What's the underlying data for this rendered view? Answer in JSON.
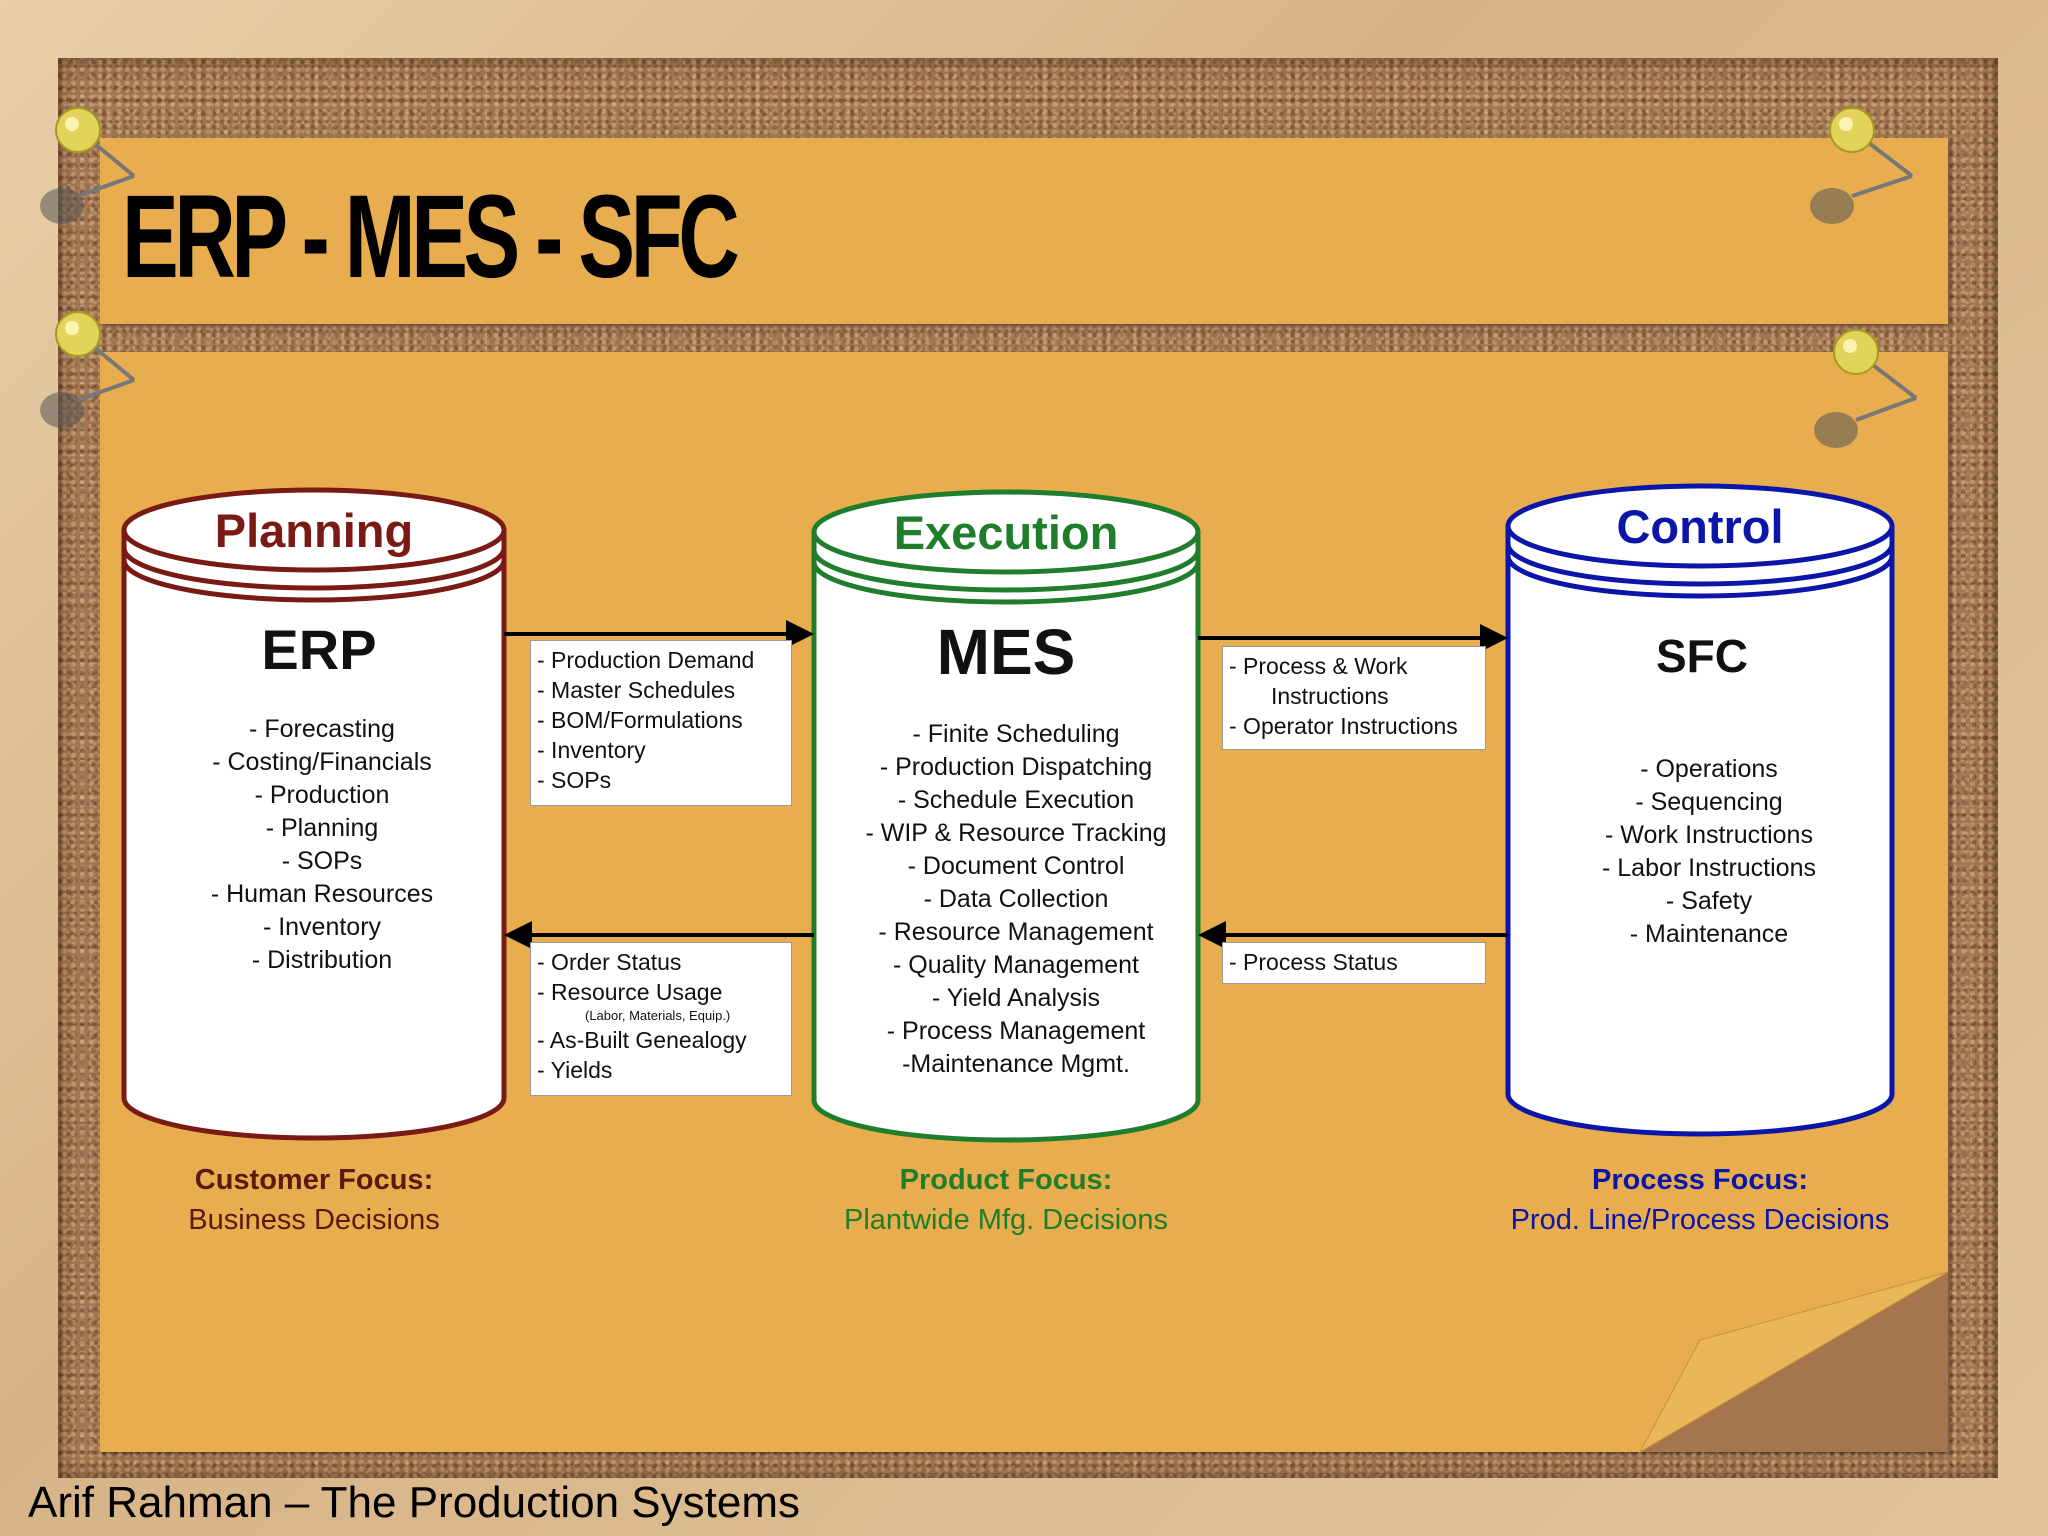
{
  "title": "ERP - MES - SFC",
  "footer": "Arif Rahman – The Production Systems",
  "colors": {
    "planning": "#7a1a14",
    "execution": "#1f7d2b",
    "control": "#0b16a8",
    "note": "#e7ad4f",
    "cork": "#a5754e"
  },
  "icons": [
    "pushpin-icon",
    "pushpin-icon",
    "pushpin-icon",
    "pushpin-icon"
  ],
  "cylinders": [
    {
      "label": "Planning",
      "name": "ERP",
      "items": [
        "- Forecasting",
        "- Costing/Financials",
        "- Production",
        "- Planning",
        "- SOPs",
        "- Human Resources",
        "- Inventory",
        "- Distribution"
      ],
      "focus_heading": "Customer Focus:",
      "focus_text": "Business Decisions"
    },
    {
      "label": "Execution",
      "name": "MES",
      "items": [
        "- Finite Scheduling",
        "- Production Dispatching",
        "- Schedule Execution",
        "- WIP & Resource Tracking",
        "- Document Control",
        "- Data Collection",
        "- Resource Management",
        "- Quality Management",
        "- Yield Analysis",
        "- Process Management",
        "-Maintenance Mgmt."
      ],
      "focus_heading": "Product Focus:",
      "focus_text": "Plantwide Mfg. Decisions"
    },
    {
      "label": "Control",
      "name": "SFC",
      "items": [
        "- Operations",
        "- Sequencing",
        "- Work Instructions",
        "- Labor Instructions",
        "- Safety",
        "- Maintenance"
      ],
      "focus_heading": "Process Focus:",
      "focus_text": "Prod. Line/Process Decisions"
    }
  ],
  "flows": {
    "erp_to_mes": [
      "- Production Demand",
      "- Master Schedules",
      "- BOM/Formulations",
      "- Inventory",
      "- SOPs"
    ],
    "mes_to_erp": [
      "- Order Status",
      "- Resource Usage",
      "(Labor, Materials, Equip.)",
      "- As-Built Genealogy",
      "- Yields"
    ],
    "mes_to_sfc": [
      "- Process & Work",
      "Instructions",
      "- Operator Instructions"
    ],
    "sfc_to_mes": [
      "- Process Status"
    ]
  }
}
